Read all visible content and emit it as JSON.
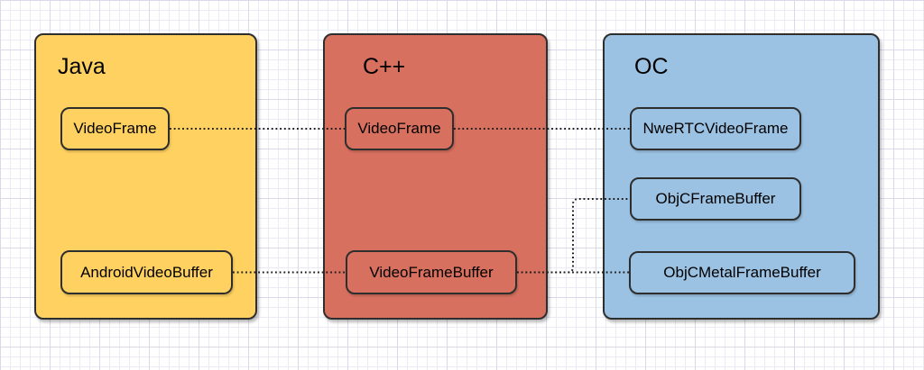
{
  "diagram": {
    "columns": [
      {
        "title": "Java",
        "fill": "#FFD160",
        "nodes": [
          {
            "label": "VideoFrame"
          },
          {
            "label": "AndroidVideoBuffer"
          }
        ]
      },
      {
        "title": "C++",
        "fill": "#D8705F",
        "nodes": [
          {
            "label": "VideoFrame"
          },
          {
            "label": "VideoFrameBuffer"
          }
        ]
      },
      {
        "title": "OC",
        "fill": "#9CC2E3",
        "nodes": [
          {
            "label": "NweRTCVideoFrame"
          },
          {
            "label": "ObjCFrameBuffer"
          },
          {
            "label": "ObjCMetalFrameBuffer"
          }
        ]
      }
    ],
    "connections": [
      {
        "from": "Java.VideoFrame",
        "to": "C++.VideoFrame",
        "style": "dotted"
      },
      {
        "from": "C++.VideoFrame",
        "to": "OC.NweRTCVideoFrame",
        "style": "dotted"
      },
      {
        "from": "Java.AndroidVideoBuffer",
        "to": "C++.VideoFrameBuffer",
        "style": "dotted"
      },
      {
        "from": "C++.VideoFrameBuffer",
        "to": "OC.ObjCFrameBuffer",
        "style": "dotted-elbow"
      },
      {
        "from": "C++.VideoFrameBuffer",
        "to": "OC.ObjCMetalFrameBuffer",
        "style": "dotted"
      }
    ],
    "colors": {
      "background": "#FFFFFF",
      "grid_minor": "#EBEBF5",
      "grid_major": "#D9D9EA",
      "shape_border": "#2E2E2E",
      "connector": "#1B1B1B",
      "java_fill": "#FFD160",
      "cpp_fill": "#D8705F",
      "oc_fill": "#9CC2E3"
    }
  }
}
